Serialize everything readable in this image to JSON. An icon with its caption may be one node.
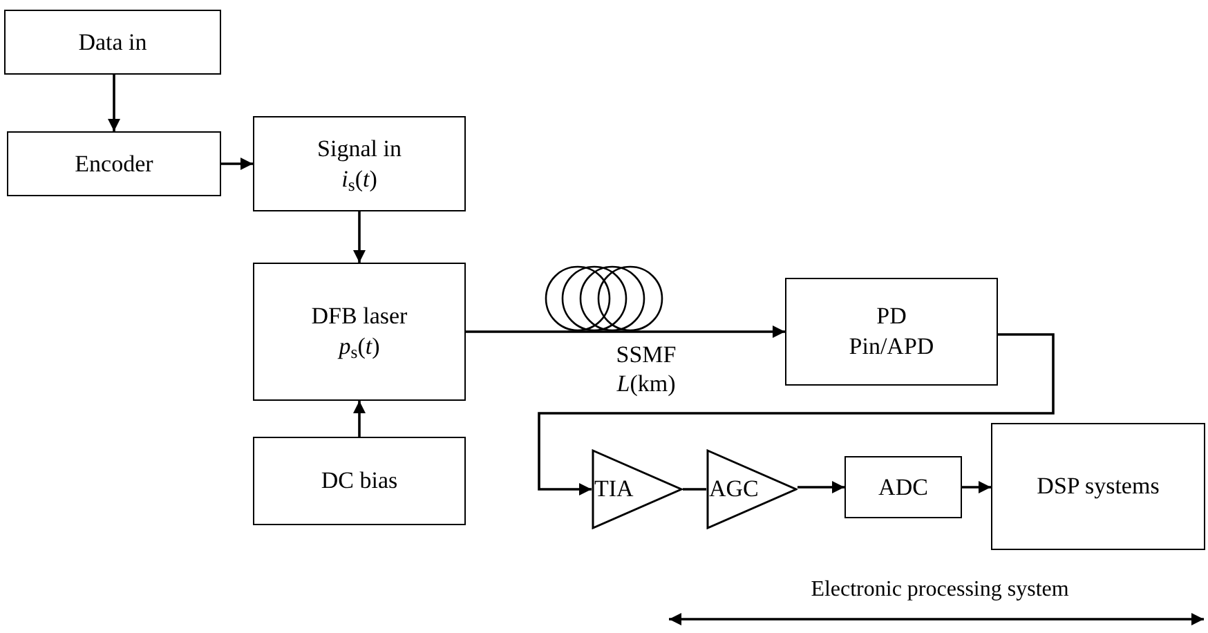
{
  "diagram": {
    "nodes": [
      {
        "text": [
          "Data in"
        ]
      },
      {
        "text": [
          "Encoder"
        ]
      },
      {
        "text": [
          "Signal in",
          "*i*$_{s}$(*t*)"
        ]
      },
      {
        "text": [
          "DFB laser",
          "*p*$_{s}$(*t*)"
        ]
      },
      {
        "text": [
          "DC bias"
        ]
      },
      {
        "text": [
          "PD",
          "Pin/APD"
        ]
      },
      {
        "text": [
          "TIA"
        ]
      },
      {
        "text": [
          "AGC"
        ]
      },
      {
        "text": [
          "ADC"
        ]
      },
      {
        "text": [
          "DSP systems"
        ]
      }
    ],
    "edges": [
      {
        "from": 0,
        "to": 1,
        "arrow": "to"
      },
      {
        "from": 1,
        "to": 2,
        "arrow": "to"
      },
      {
        "from": 2,
        "to": 3,
        "arrow": "to"
      },
      {
        "from": 4,
        "to": 3,
        "arrow": "to"
      },
      {
        "from": 3,
        "to": 5,
        "arrow": "to",
        "label": "SSMF *L*(km)"
      },
      {
        "from": 5,
        "to": 6,
        "arrow": "to"
      },
      {
        "from": 6,
        "to": 7,
        "arrow": "none"
      },
      {
        "from": 7,
        "to": 8,
        "arrow": "to"
      },
      {
        "from": 8,
        "to": 9,
        "arrow": "to"
      }
    ],
    "labels": [
      "Electronic processing system"
    ]
  }
}
